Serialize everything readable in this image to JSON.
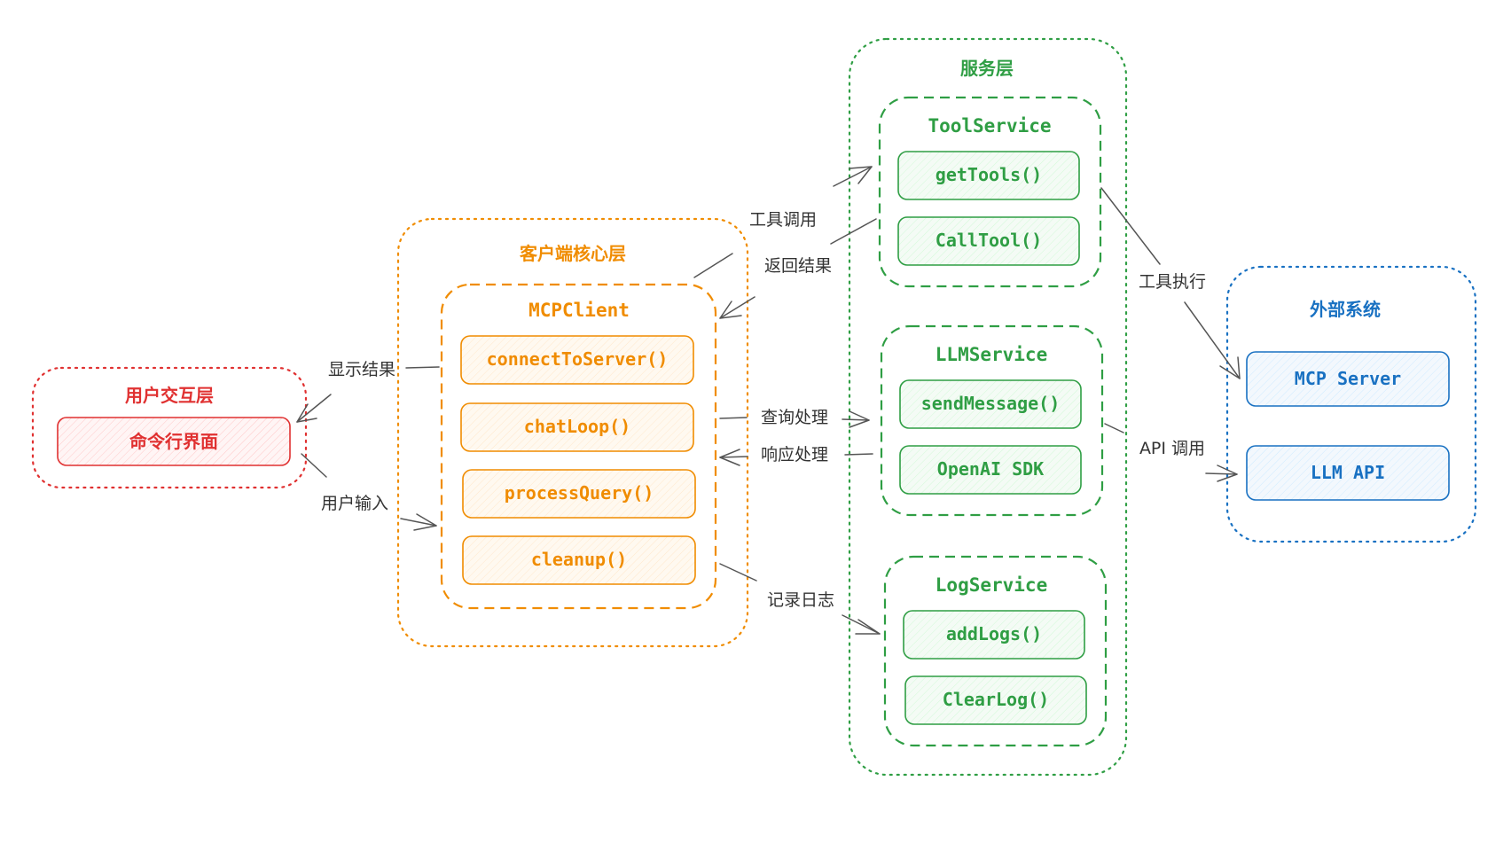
{
  "colors": {
    "red": "#e03131",
    "orange": "#f08c00",
    "green": "#2f9e44",
    "blue": "#1971c2",
    "edge": "#555555",
    "label": "#333333"
  },
  "groups": {
    "user": {
      "title": "用户交互层",
      "item": "命令行界面"
    },
    "client": {
      "title": "客户端核心层",
      "class_name": "MCPClient",
      "methods": [
        "connectToServer()",
        "chatLoop()",
        "processQuery()",
        "cleanup()"
      ]
    },
    "service": {
      "title": "服务层",
      "tool": {
        "name": "ToolService",
        "methods": [
          "getTools()",
          "CallTool()"
        ]
      },
      "llm": {
        "name": "LLMService",
        "methods": [
          "sendMessage()",
          "OpenAI SDK"
        ]
      },
      "log": {
        "name": "LogService",
        "methods": [
          "addLogs()",
          "ClearLog()"
        ]
      }
    },
    "external": {
      "title": "外部系统",
      "items": [
        "MCP Server",
        "LLM API"
      ]
    }
  },
  "edges": {
    "show_result": "显示结果",
    "user_input": "用户输入",
    "tool_call": "工具调用",
    "return_result": "返回结果",
    "query": "查询处理",
    "response": "响应处理",
    "log_record": "记录日志",
    "tool_exec": "工具执行",
    "api_call": "API 调用"
  }
}
